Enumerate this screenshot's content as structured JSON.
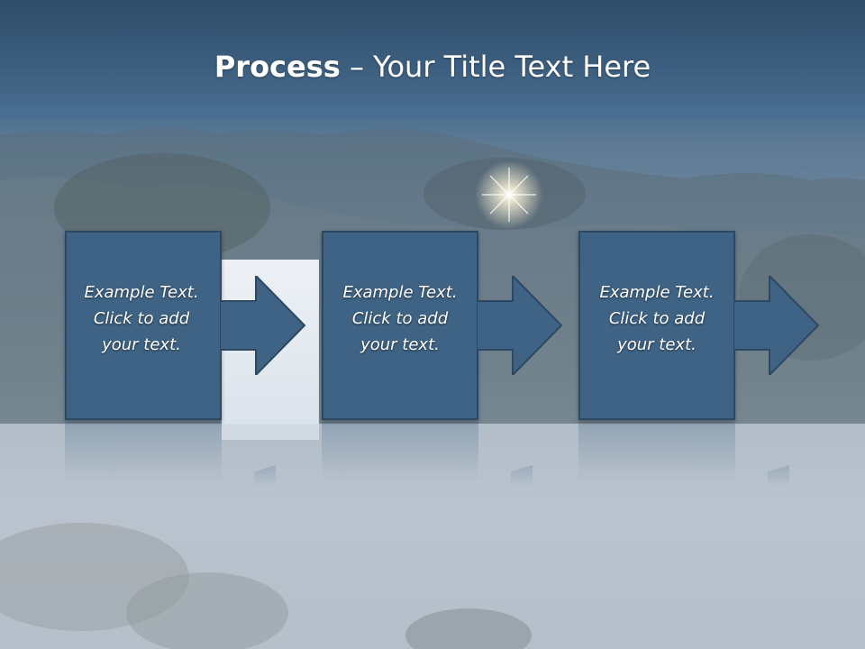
{
  "slide": {
    "title_bold": "Process",
    "title_rest": " – Your Title Text Here"
  },
  "steps": [
    {
      "lines": [
        "Example Text.",
        "Click  to add",
        "your text."
      ],
      "icon": "arrow-right-icon"
    },
    {
      "lines": [
        "Example Text.",
        "Click  to add",
        "your text."
      ],
      "icon": "arrow-right-icon"
    },
    {
      "lines": [
        "Example Text.",
        "Click  to add",
        "your text."
      ],
      "icon": "arrow-right-icon"
    }
  ],
  "colors": {
    "header": "#3c5e7e",
    "step_fill": "#3f6384",
    "step_border": "#2c4862",
    "text": "#ffffff"
  }
}
